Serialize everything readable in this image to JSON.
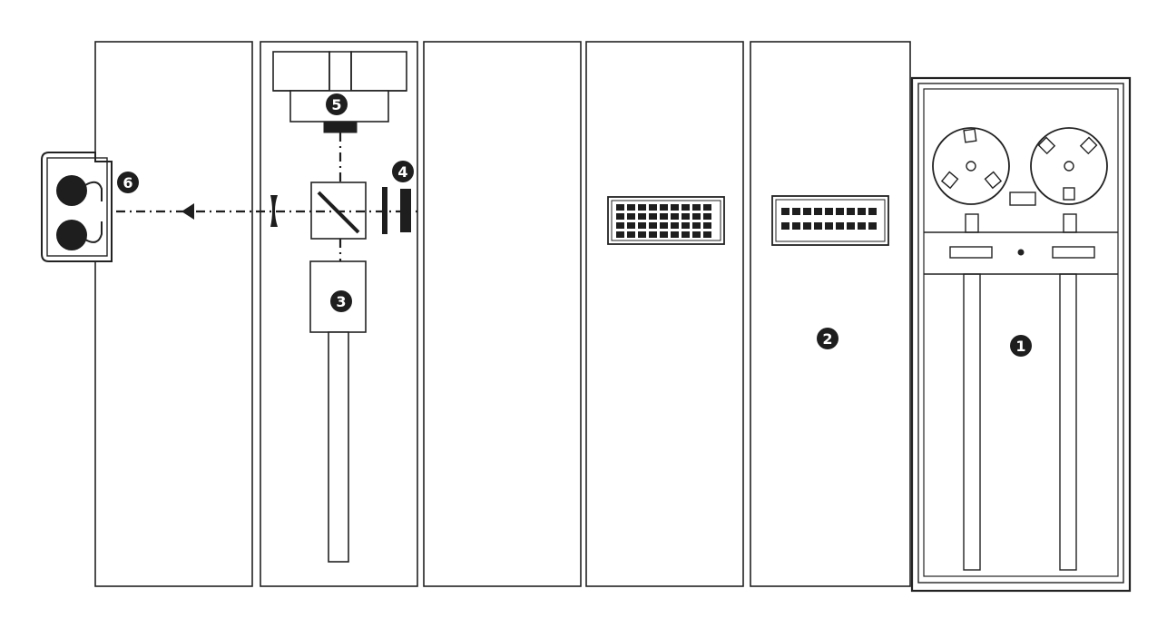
{
  "callouts": {
    "c1": "1",
    "c2": "2",
    "c3": "3",
    "c4": "4",
    "c5": "5",
    "c6": "6"
  },
  "colors": {
    "ink": "#1e1e1e",
    "panel_fill": "#ffffff",
    "background": "#ffffff"
  }
}
